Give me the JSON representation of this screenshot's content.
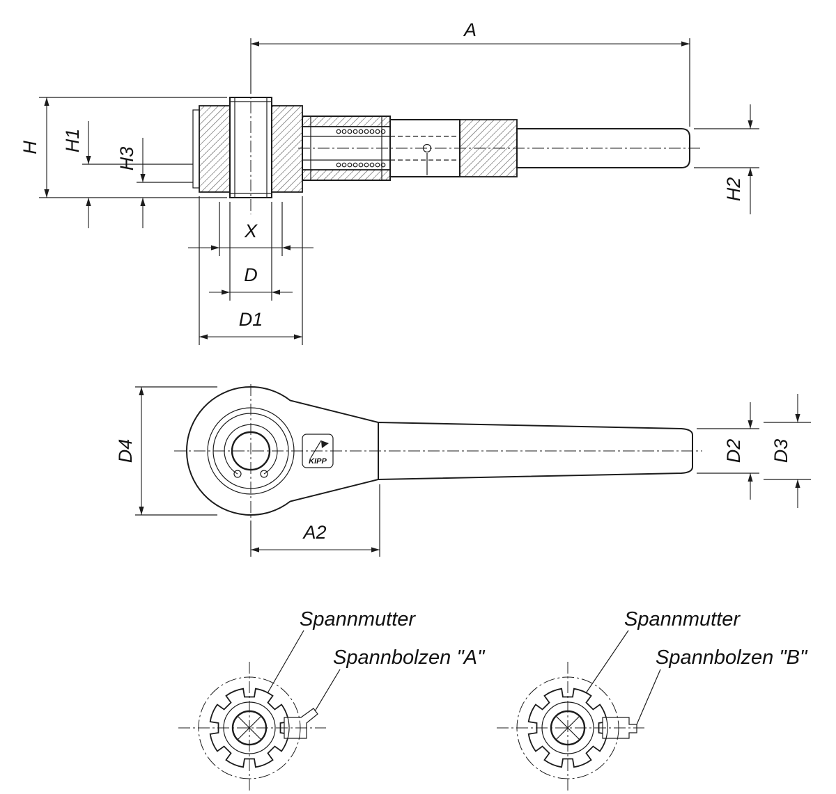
{
  "drawing": {
    "background": "#ffffff",
    "line_color": "#1c1c1c"
  },
  "labels": {
    "a": "A",
    "h": "H",
    "h1": "H1",
    "h3": "H3",
    "h2": "H2",
    "x": "X",
    "d": "D",
    "d1": "D1",
    "d4": "D4",
    "a2": "A2",
    "d2": "D2",
    "d3": "D3"
  },
  "callouts": {
    "left_nut": "Spannmutter",
    "left_bolt": "Spannbolzen \"A\"",
    "right_nut": "Spannmutter",
    "right_bolt": "Spannbolzen \"B\""
  },
  "logo": {
    "brand": "KIPP"
  }
}
